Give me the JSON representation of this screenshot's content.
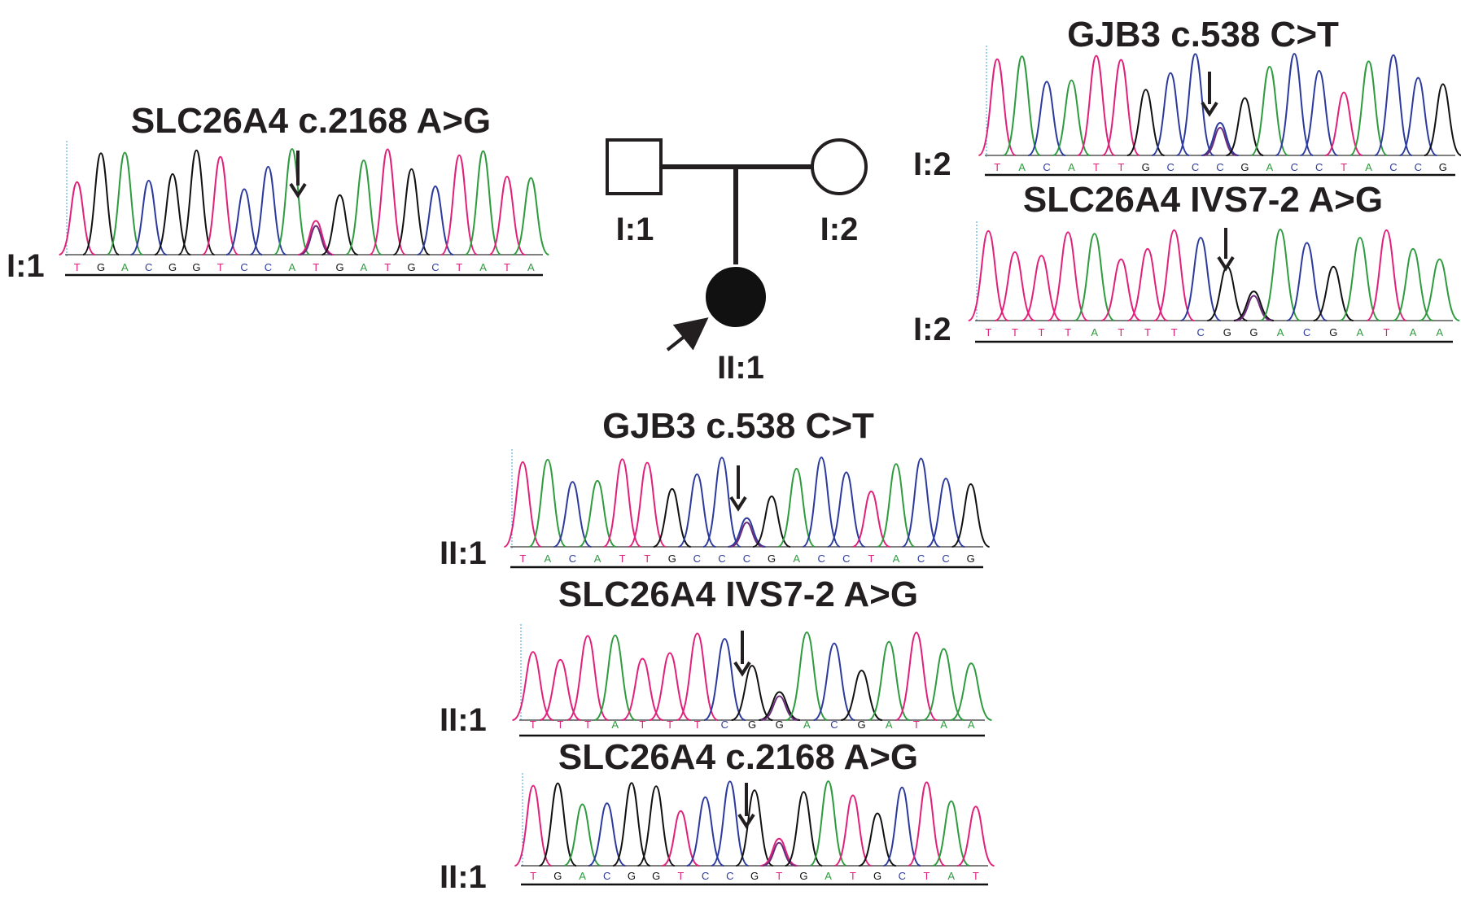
{
  "pedigree": {
    "father": {
      "id": "I:1",
      "sex": "male",
      "affected": false
    },
    "mother": {
      "id": "I:2",
      "sex": "female",
      "affected": false
    },
    "proband": {
      "id": "II:1",
      "sex": "female",
      "affected": true
    }
  },
  "colors": {
    "A": "#2e9b3f",
    "C": "#2b3a9c",
    "G": "#111111",
    "T": "#e0207a",
    "text": "#231f20",
    "guide": "#3aa0d8"
  },
  "traces": [
    {
      "id": "trace-i1-slc26a4-2168",
      "title": "SLC26A4 c.2168 A>G",
      "sample": "I:1",
      "sequence": "TGACGGTCCATGATGCTATA",
      "variant_index": 10
    },
    {
      "id": "trace-i2-gjb3-538",
      "title": "GJB3 c.538 C>T",
      "sample": "I:2",
      "sequence": "TACATTGCCCGACCTACCG",
      "variant_index": 9
    },
    {
      "id": "trace-i2-slc26a4-ivs7",
      "title": "SLC26A4 IVS7-2 A>G",
      "sample": "I:2",
      "sequence": "TTTTATTTCGGACGATAA",
      "variant_index": 10
    },
    {
      "id": "trace-ii1-gjb3-538",
      "title": "GJB3 c.538 C>T",
      "sample": "II:1",
      "sequence": "TACATTGCCCGACCTACCG",
      "variant_index": 9
    },
    {
      "id": "trace-ii1-slc26a4-ivs7",
      "title": "SLC26A4 IVS7-2 A>G",
      "sample": "II:1",
      "sequence": "TTTATTTCGGACGATAA",
      "variant_index": 9
    },
    {
      "id": "trace-ii1-slc26a4-2168",
      "title": "SLC26A4 c.2168 A>G",
      "sample": "II:1",
      "sequence": "TGACGGTCCGTGATGCTAT",
      "variant_index": 10
    }
  ]
}
